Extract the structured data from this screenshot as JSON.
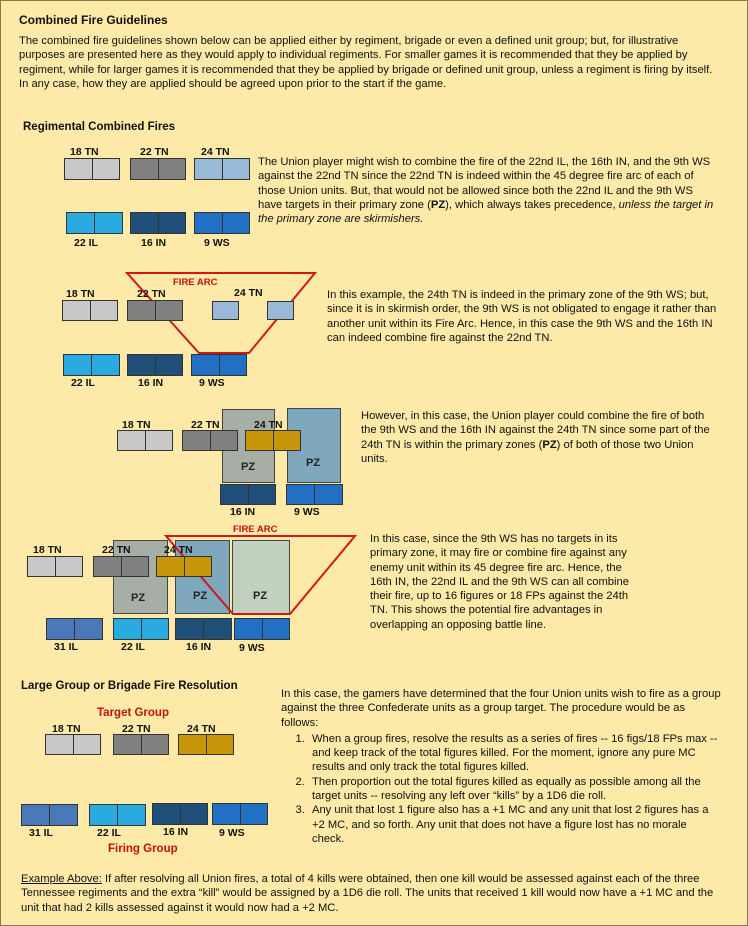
{
  "title": "Combined Fire Guidelines",
  "intro": "The combined fire guidelines shown below can be applied either by regiment, brigade or even a defined unit group; but, for illustrative purposes are presented here as they would apply to individual regiments.   For smaller games it is recommended that they be applied by regiment, while for larger games it is recommended that they be applied by  brigade or defined unit group, unless a regiment is firing by itself.   In any case, how they are applied should be agreed upon prior to the start if the game.",
  "section1_title": "Regimental Combined Fires",
  "ex1": {
    "text_a": "The Union player might wish to combine the fire of the 22nd IL, the 16th IN, and the 9th WS against the 22nd TN since the 22nd TN is indeed within the 45 degree fire arc of each of those Union units.  But, that would not be allowed since both the 22nd IL and the 9th WS have targets in their primary zone (",
    "pz": "PZ",
    "text_b": "), which always takes precedence, ",
    "text_italic": "unless the target in the primary zone are skirmishers.",
    "labels": {
      "tn18": "18 TN",
      "tn22": "22 TN",
      "tn24": "24 TN",
      "il22": "22 IL",
      "in16": "16 IN",
      "ws9": "9 WS"
    }
  },
  "ex2": {
    "text": "In this example, the 24th TN is indeed in the primary zone of the 9th WS; but, since it is in skirmish order, the 9th WS is not obligated to engage it rather than another unit within its Fire Arc.  Hence, in this case the 9th WS and the 16th IN can indeed combine fire against the 22nd TN.",
    "fire_arc": "FIRE ARC",
    "labels": {
      "tn18": "18 TN",
      "tn22": "22 TN",
      "tn24": "24 TN",
      "il22": "22 IL",
      "in16": "16 IN",
      "ws9": "9 WS"
    }
  },
  "ex3": {
    "text_a": "However, in this case, the Union player could combine the fire of both the 9th WS and the 16th IN against the 24th TN since some part of the 24th TN is within the primary zones (",
    "pz": "PZ",
    "text_b": ") of both of those two Union units.",
    "labels": {
      "tn18": "18 TN",
      "tn22": "22 TN",
      "tn24": "24 TN",
      "in16": "16 IN",
      "ws9": "9 WS",
      "pz": "PZ"
    }
  },
  "ex4": {
    "text": "In this case, since the 9th WS has no targets in its primary zone, it may fire or combine fire against any enemy unit within its 45 degree fire arc.   Hence, the 16th IN, the 22nd IL and the 9th WS can all combine their fire, up to 16 figures or 18 FPs against the 24th TN.   This shows the potential fire advantages in overlapping an opposing battle line.",
    "fire_arc": "FIRE ARC",
    "labels": {
      "tn18": "18 TN",
      "tn22": "22 TN",
      "tn24": "24 TN",
      "il31": "31 IL",
      "il22": "22 IL",
      "in16": "16 IN",
      "ws9": "9 WS",
      "pz": "PZ"
    }
  },
  "section2_title": "Large Group or Brigade Fire Resolution",
  "group": {
    "target_group": "Target Group",
    "firing_group": "Firing Group",
    "labels": {
      "tn18": "18 TN",
      "tn22": "22 TN",
      "tn24": "24 TN",
      "il31": "31 IL",
      "il22": "22 IL",
      "in16": "16 IN",
      "ws9": "9 WS"
    },
    "intro": "In this case, the gamers have determined that the four Union units wish to fire as a group against the three Confederate units as a group target.  The procedure would be as follows:",
    "steps": [
      "When a group fires, resolve the results as a series of fires -- 16 figs/18 FPs max -- and keep track of the total figures killed.  For the moment, ignore any pure MC results and only track the total figures killed.",
      "Then proportion out the total figures killed as equally as possible among all the target units -- resolving any left over “kills” by a 1D6 die roll.",
      "Any unit that lost 1 figure also has a +1 MC and any unit that lost 2 figures has a +2 MC, and so forth.  Any unit that does not have a figure lost has no morale check."
    ]
  },
  "example": {
    "label": "Example Above:",
    "text": "  If after resolving all Union fires, a total of 4 kills were obtained, then one kill would be assessed against each of the three Tennessee regiments and the extra “kill” would be assigned by a 1D6 die roll.   The units that received 1 kill would now have a +1 MC and the unit that had 2 kills assessed against it would now had a +2 MC."
  },
  "colors": {
    "background": "#fde9a8",
    "tn18": "#c8c8c8",
    "tn22": "#808080",
    "tn24_ex1": "#9ab9d8",
    "tn24_gold": "#c8960a",
    "il22": "#29abe2",
    "in16": "#1f4e79",
    "ws9": "#2170c4",
    "il31": "#4a78b8",
    "pz_grey": "#a6aea6",
    "pz_blue": "#7fa8bd",
    "pz_light": "#c2d0c0",
    "fire_arc": "#d01818"
  }
}
